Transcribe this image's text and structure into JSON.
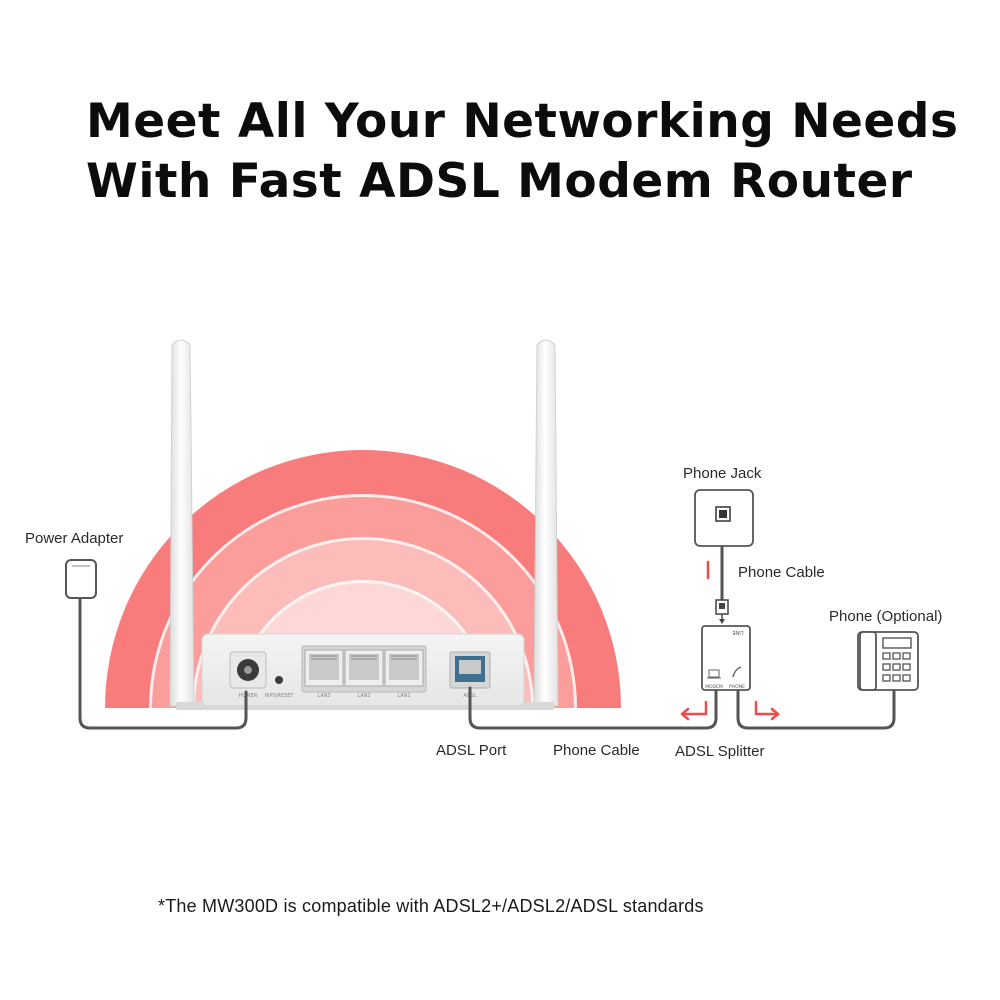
{
  "title": {
    "line1": "Meet All Your Networking Needs",
    "line2": "With Fast ADSL Modem Router"
  },
  "labels": {
    "power_adapter": "Power Adapter",
    "phone_jack": "Phone Jack",
    "phone_cable_top": "Phone Cable",
    "phone_optional": "Phone (Optional)",
    "adsl_port": "ADSL Port",
    "phone_cable_bottom": "Phone Cable",
    "adsl_splitter": "ADSL Splitter"
  },
  "splitter_text": {
    "line": "LINE",
    "modem": "MODEM",
    "phone": "PHONE"
  },
  "router_ports": {
    "power": "POWER",
    "wps_reset": "WPS/RESET",
    "lan3": "LAN3",
    "lan2": "LAN2",
    "lan1": "LAN1",
    "adsl": "ADSL"
  },
  "footnote": "*The MW300D is compatible with ADSL2+/ADSL2/ADSL standards",
  "colors": {
    "arc_outer": "#f97c7c",
    "arc_2": "#fb9d9b",
    "arc_3": "#fcbcb9",
    "arc_4": "#fdd8d6",
    "arrow_red": "#ef4b4b",
    "cable": "#555555"
  }
}
